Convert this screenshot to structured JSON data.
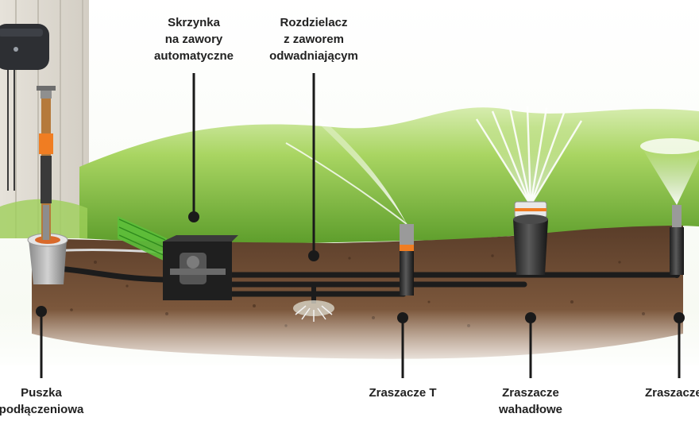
{
  "labels": {
    "valve_box": {
      "line1": "Skrzynka",
      "line2": "na zawory",
      "line3": "automatyczne"
    },
    "manifold": {
      "line1": "Rozdzielacz",
      "line2": "z zaworem",
      "line3": "odwadniającym"
    },
    "connection_box": {
      "line1": "Puszka",
      "line2": "podłączeniowa"
    },
    "t_sprinklers": {
      "line1": "Zraszacze T"
    },
    "oscillating_sprinklers": {
      "line1": "Zraszacze",
      "line2": "wahadłowe"
    },
    "right_sprinklers": {
      "line1": "Zraszacze"
    }
  },
  "colors": {
    "grass_light": "#b6dc6a",
    "grass_dark": "#5e9e2c",
    "soil": "#6b4a33",
    "pipe": "#1c1c1c",
    "callout": "#1a1a1a",
    "water_jet": "#e9f4fb",
    "text": "#222222"
  }
}
